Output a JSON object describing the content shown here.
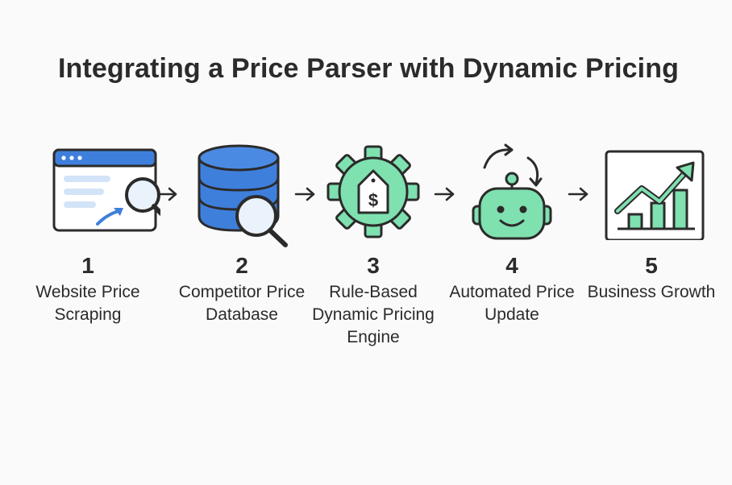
{
  "title": "Integrating a Price Parser with Dynamic Pricing",
  "steps": [
    {
      "number": "1",
      "label": "Website Price Scraping",
      "icon": "browser-magnifier-icon"
    },
    {
      "number": "2",
      "label": "Competitor Price Database",
      "icon": "database-search-icon"
    },
    {
      "number": "3",
      "label": "Rule-Based Dynamic Pricing Engine",
      "icon": "gear-dollar-tag-icon"
    },
    {
      "number": "4",
      "label": "Automated Price Update",
      "icon": "robot-refresh-icon"
    },
    {
      "number": "5",
      "label": "Business Growth",
      "icon": "growth-chart-icon"
    }
  ],
  "colors": {
    "blue": "#3f7fdc",
    "light_blue": "#cfe1f7",
    "green": "#7fe0b0",
    "dark": "#2b2b2b"
  }
}
